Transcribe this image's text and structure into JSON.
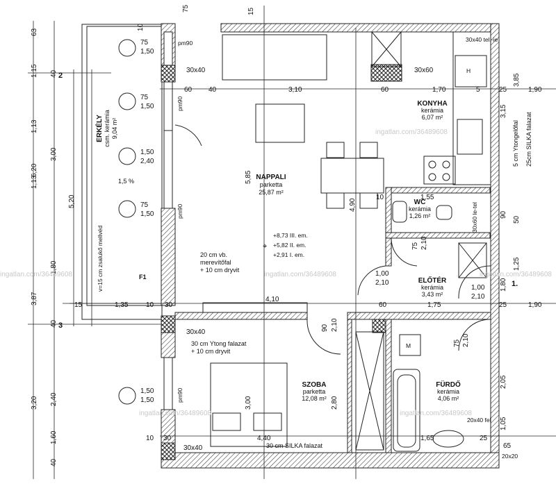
{
  "rooms": {
    "erkely": {
      "name": "ERKÉLY",
      "finish": "csm. kerámia",
      "area": "9,04 m²"
    },
    "nappali": {
      "name": "NAPPALI",
      "finish": "parketta",
      "area": "25,87 m²"
    },
    "konyha": {
      "name": "KONYHA",
      "finish": "kerámia",
      "area": "6,07 m²"
    },
    "wc": {
      "name": "WC",
      "finish": "kerámia",
      "area": "1,26 m²"
    },
    "eloter": {
      "name": "ELŐTÉR",
      "finish": "kerámia",
      "area": "3,43 m²"
    },
    "szoba": {
      "name": "SZOBA",
      "finish": "parketta",
      "area": "12,08 m²"
    },
    "furdo": {
      "name": "FÜRDŐ",
      "finish": "kerámia",
      "area": "4,06 m²"
    }
  },
  "notes": {
    "wall_20_line1": "20 cm vb.",
    "wall_20_line2": "merevítőfal",
    "wall_20_line3": "+ 10 cm dryvit",
    "ytong_30_line1": "30 cm Ytong falazat",
    "ytong_30_line2": "+ 10 cm dryvit",
    "silka_30": "30 cm SILKA falazat",
    "ytong_5": "5 cm Ytongelőfal",
    "silka_25": "25cm SILKA falazat",
    "level_1": "+8,73  III. em.",
    "level_2": "+5,82  II. em.",
    "level_3": "+2,91  I. em.",
    "slope": "1,5 %",
    "railing": "v=15 cm zsalukő mellvéd",
    "f1": "F1",
    "pm90": "pm90",
    "tel_ie_1": "30x40 tel.-ie",
    "tel_ie_2": "30x60 le-tel",
    "m_label": "M",
    "h_label": "H",
    "axis_1": "1.",
    "axis_2": "2",
    "axis_3": "3"
  },
  "watermark": "ingatlan.com/36489608",
  "dims": {
    "left_outer": [
      "63",
      "1,15",
      "40",
      "1,13",
      "3,00",
      "1,13",
      "40",
      "3,87",
      "40",
      "2,40",
      "3,20",
      "1,60",
      "40"
    ],
    "left_inner": [
      "6,20",
      "5,20",
      "1,80"
    ],
    "top": [
      "75",
      "10",
      "15"
    ],
    "right": [
      "3,85",
      "3,15",
      "1,25",
      "90",
      "50",
      "1,80",
      "1,90",
      "1,90",
      "25",
      "25",
      "2,05",
      "1,05",
      "65",
      "20x20"
    ],
    "horiz": [
      "60",
      "40",
      "3,10",
      "60",
      "1,70",
      "5",
      "1,55",
      "10",
      "1,75",
      "4,10",
      "15",
      "1,35",
      "10",
      "30",
      "60",
      "4,40",
      "1,65",
      "30",
      "10",
      "25"
    ],
    "openings": [
      "75\n1,50",
      "75\n1,50",
      "1,50\n2,40",
      "75\n1,50",
      "1,50\n1,50",
      "1,00\n2,10",
      "1,00\n2,10",
      "75\n2,10",
      "90\n2,10",
      "75\n2,10"
    ],
    "misc": [
      "30x40",
      "30x60",
      "30x40",
      "30x40",
      "5,85",
      "4,90",
      "3,00",
      "2,80",
      "20x40 fel"
    ]
  }
}
